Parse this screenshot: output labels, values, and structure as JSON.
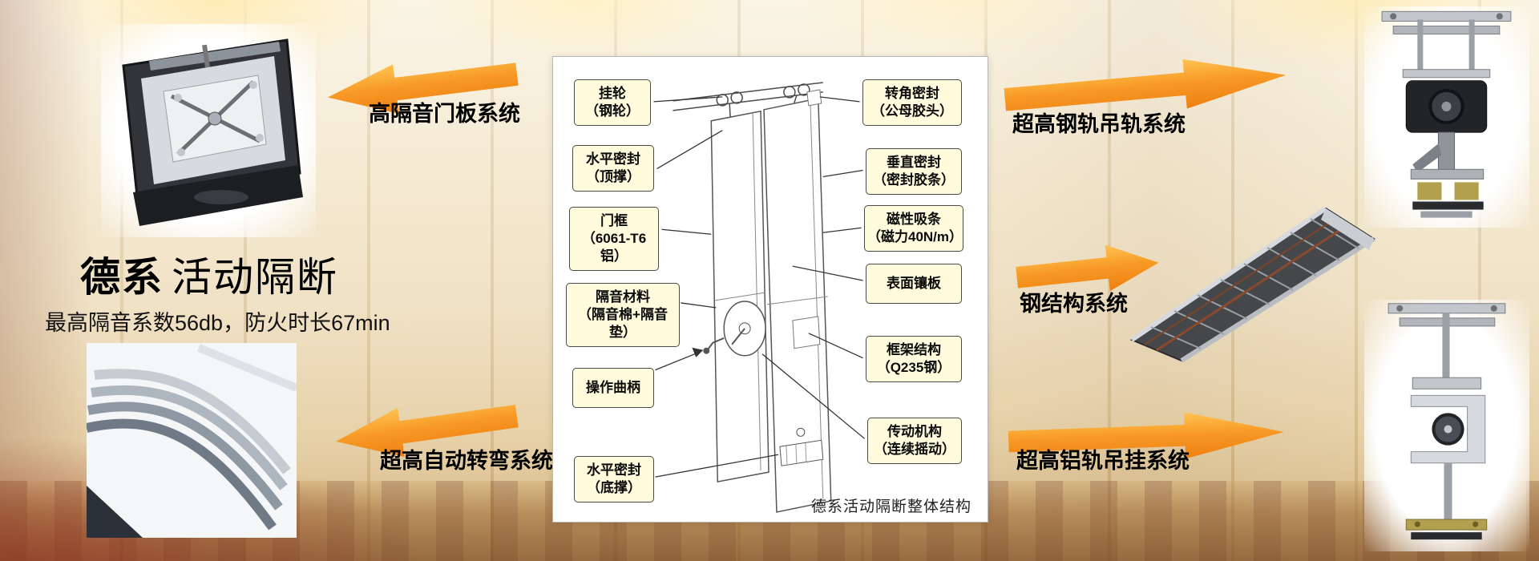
{
  "hero": {
    "brand": "德系",
    "product": "活动隔断",
    "subtitle": "最高隔音系数56db，防火时长67min"
  },
  "systems": {
    "door_panel": "高隔音门板系统",
    "auto_turn": "超高自动转弯系统",
    "steel_rail": "超高钢轨吊轨系统",
    "steel_structure": "钢结构系统",
    "alu_rail": "超高铝轨吊挂系统"
  },
  "diagram": {
    "caption": "德系活动隔断整体结构",
    "left_callouts": [
      {
        "line1": "挂轮",
        "line2": "（钢轮）"
      },
      {
        "line1": "水平密封",
        "line2": "（顶撑）"
      },
      {
        "line1": "门框",
        "line2": "（6061-T6铝）"
      },
      {
        "line1": "隔音材料",
        "line2": "（隔音棉+隔音垫）"
      },
      {
        "line1": "操作曲柄",
        "line2": ""
      },
      {
        "line1": "水平密封",
        "line2": "（底撑）"
      }
    ],
    "right_callouts": [
      {
        "line1": "转角密封",
        "line2": "（公母胶头）"
      },
      {
        "line1": "垂直密封",
        "line2": "（密封胶条）"
      },
      {
        "line1": "磁性吸条",
        "line2": "（磁力40N/m）"
      },
      {
        "line1": "表面镶板",
        "line2": ""
      },
      {
        "line1": "框架结构",
        "line2": "（Q235钢）"
      },
      {
        "line1": "传动机构",
        "line2": "（连续摇动）"
      }
    ]
  },
  "images": {
    "top_left": "door-panel-hardware-photo",
    "bottom_left": "curved-track-photo",
    "top_right": "steel-rail-trolley-photo",
    "middle_right": "steel-structure-frame-photo",
    "bottom_right": "aluminum-rail-trolley-photo"
  },
  "colors": {
    "arrow_orange": "#f89b26",
    "callout_bg": "#fffbdc",
    "callout_border": "#4a4a4a",
    "panel_bg": "#ffffff",
    "title_text": "#000000"
  }
}
